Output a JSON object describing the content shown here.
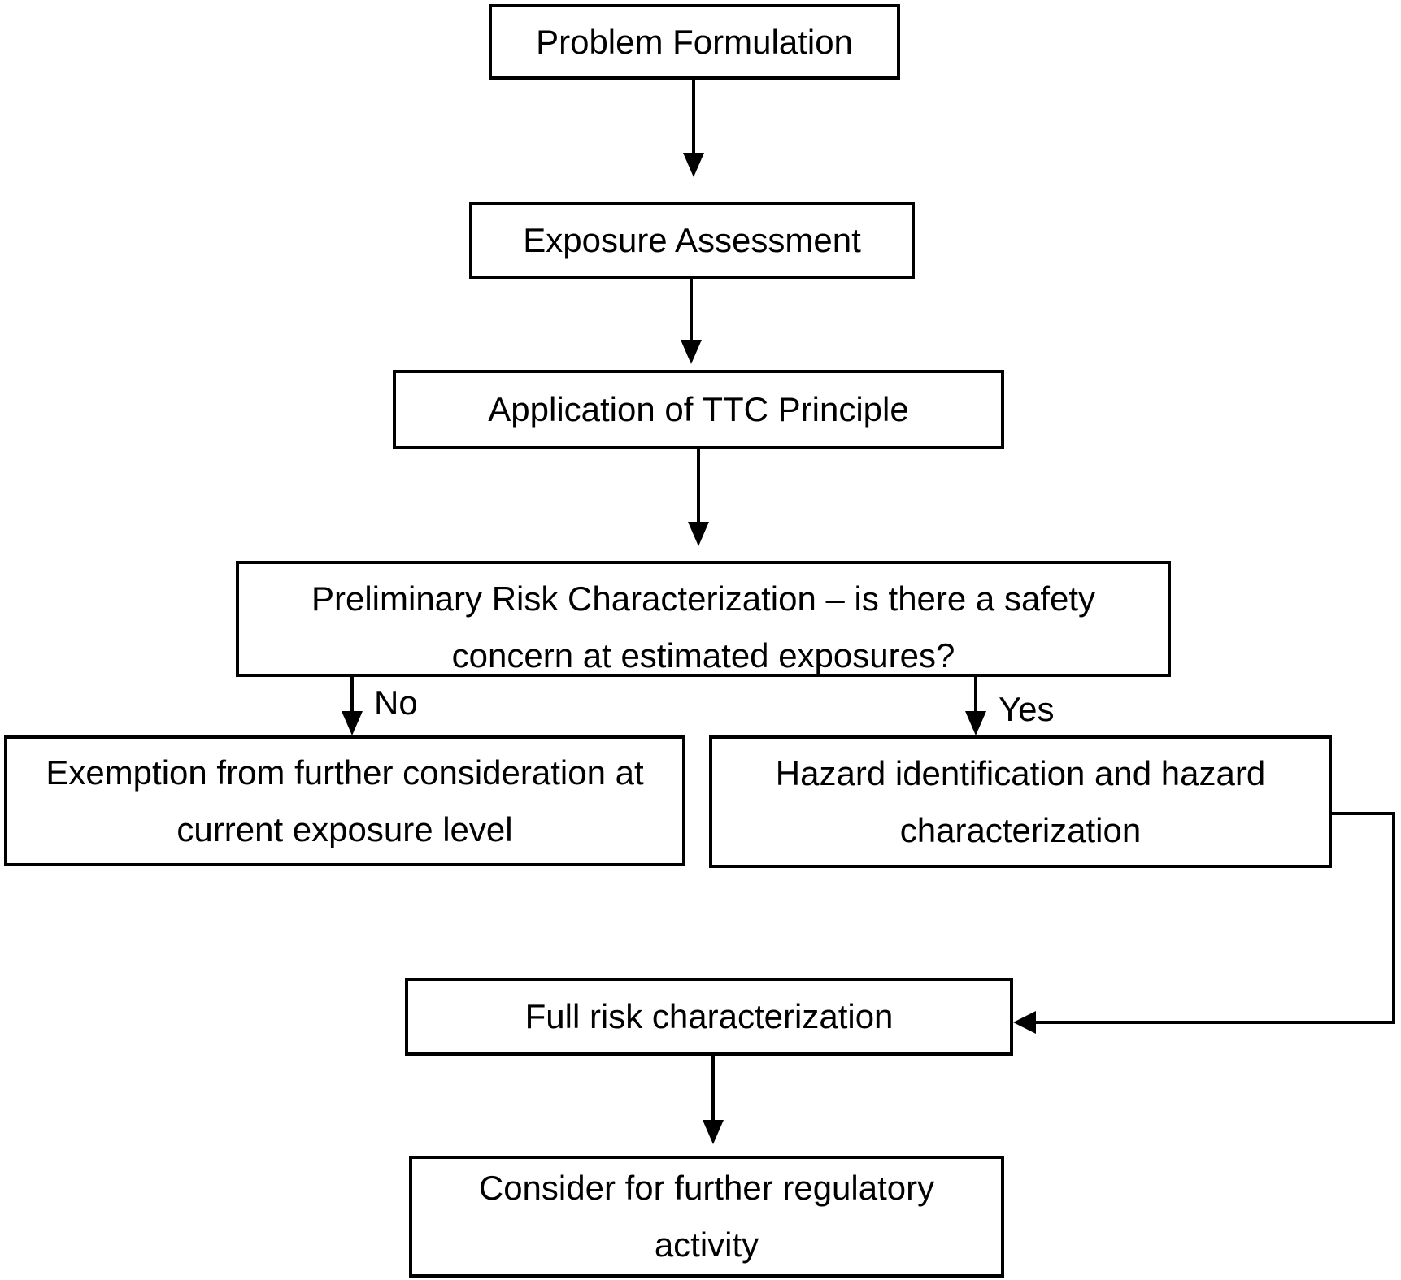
{
  "flowchart": {
    "nodes": {
      "problem_formulation": "Problem Formulation",
      "exposure_assessment": "Exposure Assessment",
      "ttc_principle": "Application of TTC Principle",
      "preliminary_risk_line1": "Preliminary Risk Characterization – is there a safety",
      "preliminary_risk_line2": "concern at estimated exposures?",
      "exemption_line1": "Exemption from further consideration at",
      "exemption_line2": "current exposure level",
      "hazard_line1": "Hazard identification and hazard",
      "hazard_line2": "characterization",
      "full_risk": "Full risk characterization",
      "regulatory_line1": "Consider for further regulatory",
      "regulatory_line2": "activity"
    },
    "branch_labels": {
      "no": "No",
      "yes": "Yes"
    },
    "colors": {
      "line": "#000000",
      "background": "#ffffff",
      "text": "#000000"
    }
  }
}
